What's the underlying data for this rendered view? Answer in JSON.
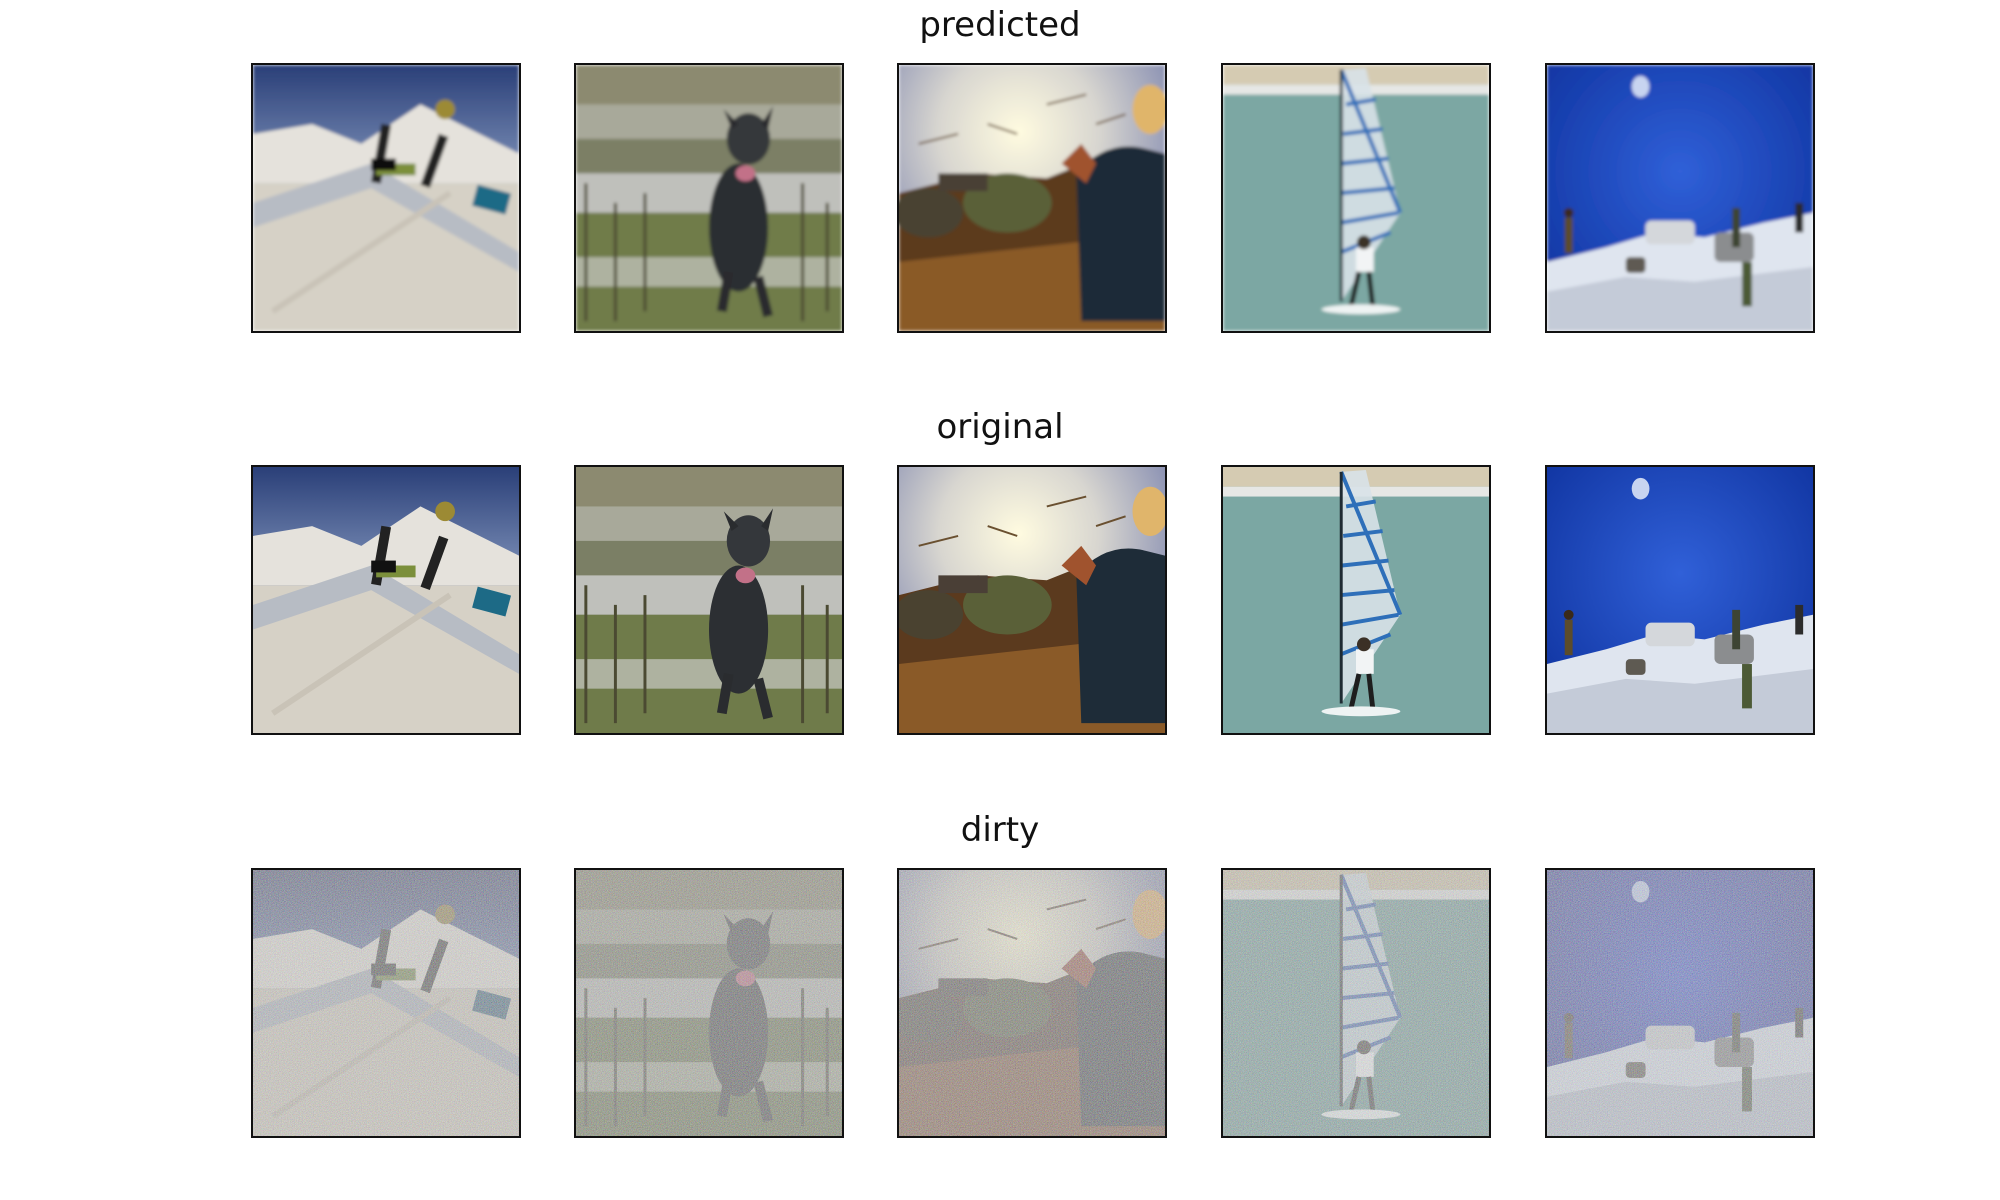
{
  "figure": {
    "rows": [
      {
        "title": "predicted",
        "variant": "predicted",
        "images": [
          {
            "subject": "snowboarder on snowy slope with ramp"
          },
          {
            "subject": "black dog running in marshy field"
          },
          {
            "subject": "person in straw hay with bright sun"
          },
          {
            "subject": "windsurfer on sea near beach"
          },
          {
            "subject": "people on snowy rocks under blue sky with moon"
          }
        ]
      },
      {
        "title": "original",
        "variant": "original",
        "images": [
          {
            "subject": "snowboarder on snowy slope with ramp"
          },
          {
            "subject": "black dog running in marshy field"
          },
          {
            "subject": "person in straw hay with bright sun"
          },
          {
            "subject": "windsurfer on sea near beach"
          },
          {
            "subject": "people on snowy rocks under blue sky with moon"
          }
        ]
      },
      {
        "title": "dirty",
        "variant": "dirty",
        "images": [
          {
            "subject": "snowboarder on snowy slope with ramp"
          },
          {
            "subject": "black dog running in marshy field"
          },
          {
            "subject": "person in straw hay with bright sun"
          },
          {
            "subject": "windsurfer on sea near beach"
          },
          {
            "subject": "people on snowy rocks under blue sky with moon"
          }
        ]
      }
    ]
  }
}
